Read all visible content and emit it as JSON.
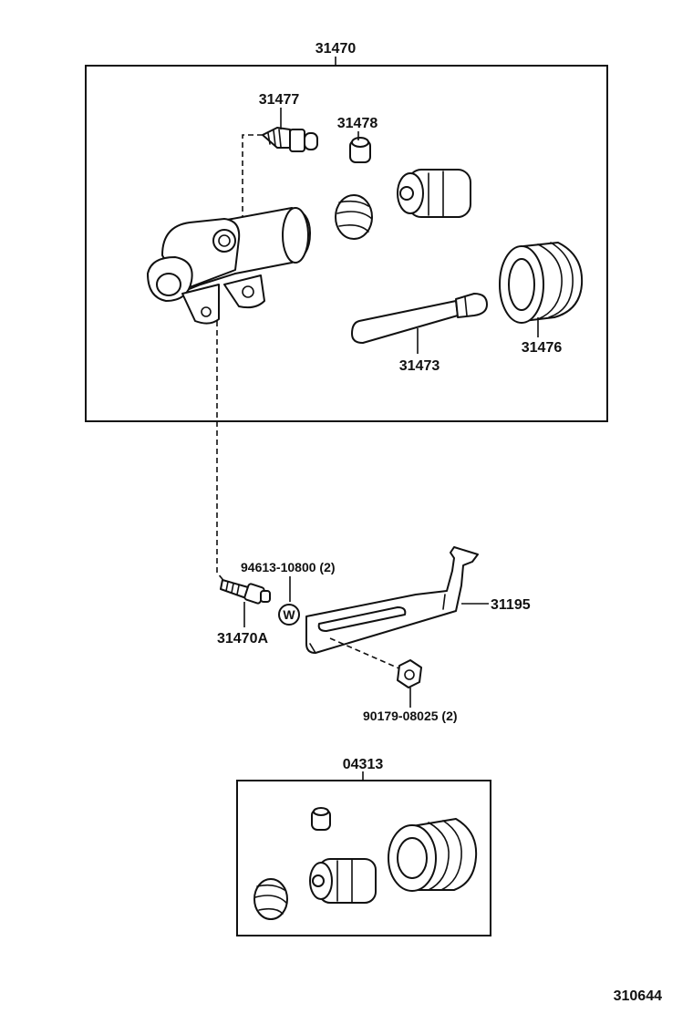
{
  "labels": {
    "assembly_main": "31470",
    "bleeder_plug": "31477",
    "bleeder_cap": "31478",
    "push_rod": "31473",
    "boot": "31476",
    "stud_bolt": "94613-10800 (2)",
    "washer_symbol": "W",
    "bracket": "31195",
    "cylinder_assy_a": "31470A",
    "nut": "90179-08025 (2)",
    "repair_kit": "04313",
    "diagram_id": "310644"
  }
}
